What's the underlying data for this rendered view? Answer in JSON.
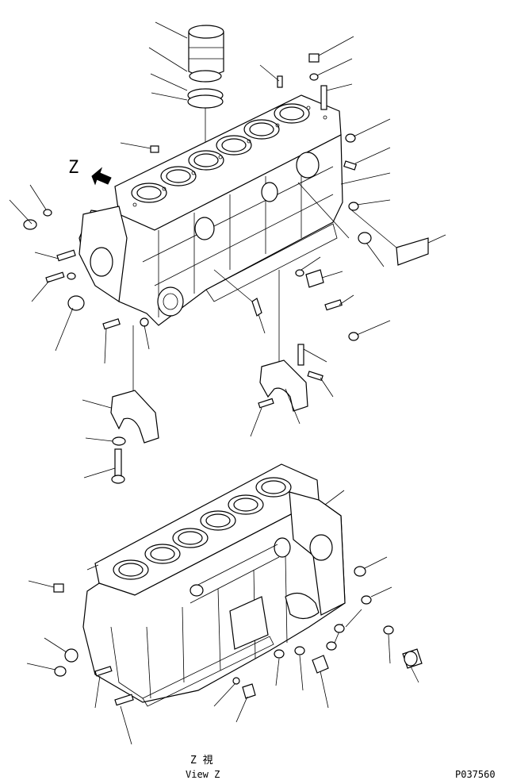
{
  "diagram": {
    "view_marker": "Z",
    "view_caption_jp": "Z 視",
    "view_caption_en": "View Z",
    "drawing_number": "P037560"
  }
}
